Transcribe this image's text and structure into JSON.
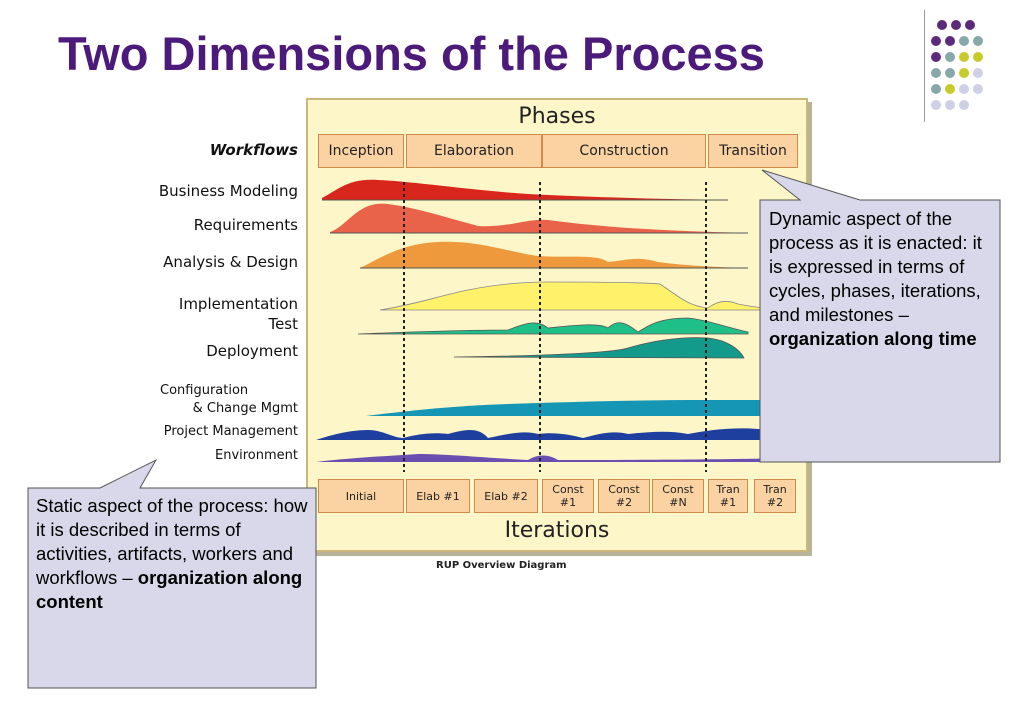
{
  "slide": {
    "title": "Two Dimensions of the Process"
  },
  "diagram": {
    "phases_title": "Phases",
    "iterations_title": "Iterations",
    "workflows_header": "Workflows",
    "caption": "RUP Overview Diagram",
    "phases": [
      "Inception",
      "Elaboration",
      "Construction",
      "Transition"
    ],
    "iterations": [
      "Initial",
      "Elab #1",
      "Elab #2",
      "Const\n#1",
      "Const\n#2",
      "Const\n#N",
      "Tran\n#1",
      "Tran\n#2"
    ],
    "workflows": [
      {
        "label": "Business Modeling",
        "color": "#d9261c"
      },
      {
        "label": "Requirements",
        "color": "#e8634a"
      },
      {
        "label": "Analysis & Design",
        "color": "#ee9a3c"
      },
      {
        "label": "Implementation",
        "color": "#fff26a"
      },
      {
        "label": "Test",
        "color": "#1fbf8a"
      },
      {
        "label": "Deployment",
        "color": "#149a8a"
      },
      {
        "label": "Configuration",
        "color": "#1496b4"
      },
      {
        "label": "& Change Mgmt",
        "color": "#1496b4"
      },
      {
        "label": "Project Management",
        "color": "#1e3f9e"
      },
      {
        "label": "Environment",
        "color": "#6b4fb0"
      }
    ]
  },
  "callouts": {
    "dynamic": {
      "text": "Dynamic aspect of the process as it is enacted: it is expressed in terms of cycles, phases, iterations, and milestones –",
      "bold": "organization along time"
    },
    "static": {
      "text": "Static aspect of the process: how it is described in terms of activities, artifacts, workers and workflows –",
      "bold": "organization along content"
    }
  },
  "colors": {
    "title": "#4b1a7a",
    "callout_fill": "#d8d8ea",
    "diagram_bg": "#fdf6c8",
    "phase_box": "#fbd3a2",
    "dot_purple": "#5b2a7a",
    "dot_teal": "#86a8a8",
    "dot_lime": "#c8cc2a",
    "dot_lavender": "#cfcfe6"
  }
}
